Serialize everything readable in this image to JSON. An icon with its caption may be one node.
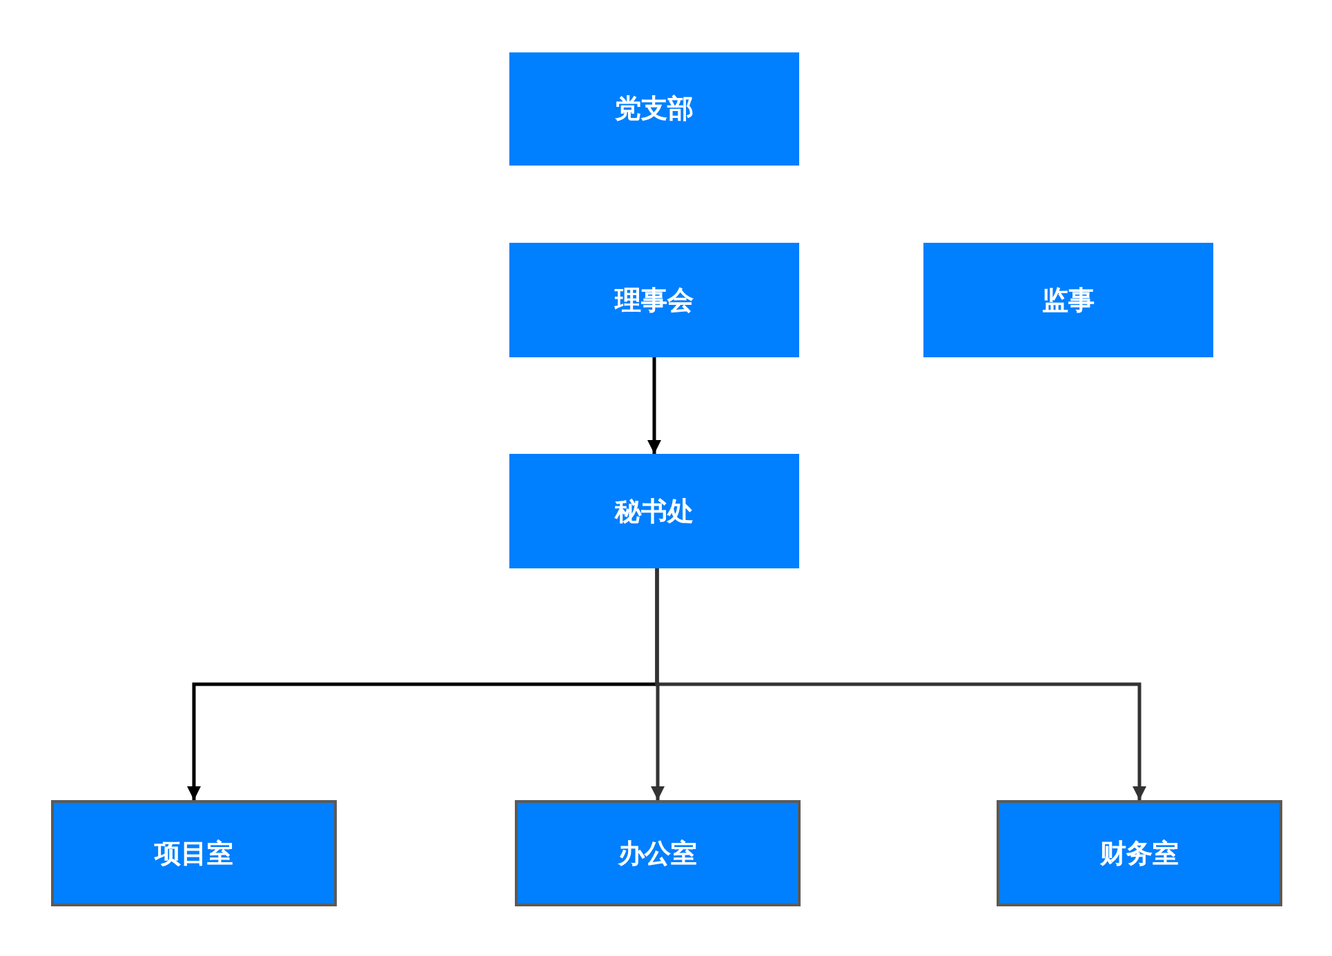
{
  "diagram": {
    "nodes": [
      {
        "text": [
          "党支部"
        ]
      },
      {
        "text": [
          "理事会"
        ]
      },
      {
        "text": [
          "监事"
        ]
      },
      {
        "text": [
          "秘书处"
        ]
      },
      {
        "text": [
          "项目室"
        ]
      },
      {
        "text": [
          "办公室"
        ]
      },
      {
        "text": [
          "财务室"
        ]
      }
    ],
    "edges": [
      {
        "from": 1,
        "to": 3,
        "arrow": "to"
      },
      {
        "from": 3,
        "to": 4,
        "arrow": "to"
      },
      {
        "from": 3,
        "to": 5,
        "arrow": "to",
        "color": "#333333"
      },
      {
        "from": 3,
        "to": 6,
        "arrow": "to",
        "color": "#333333"
      }
    ]
  }
}
